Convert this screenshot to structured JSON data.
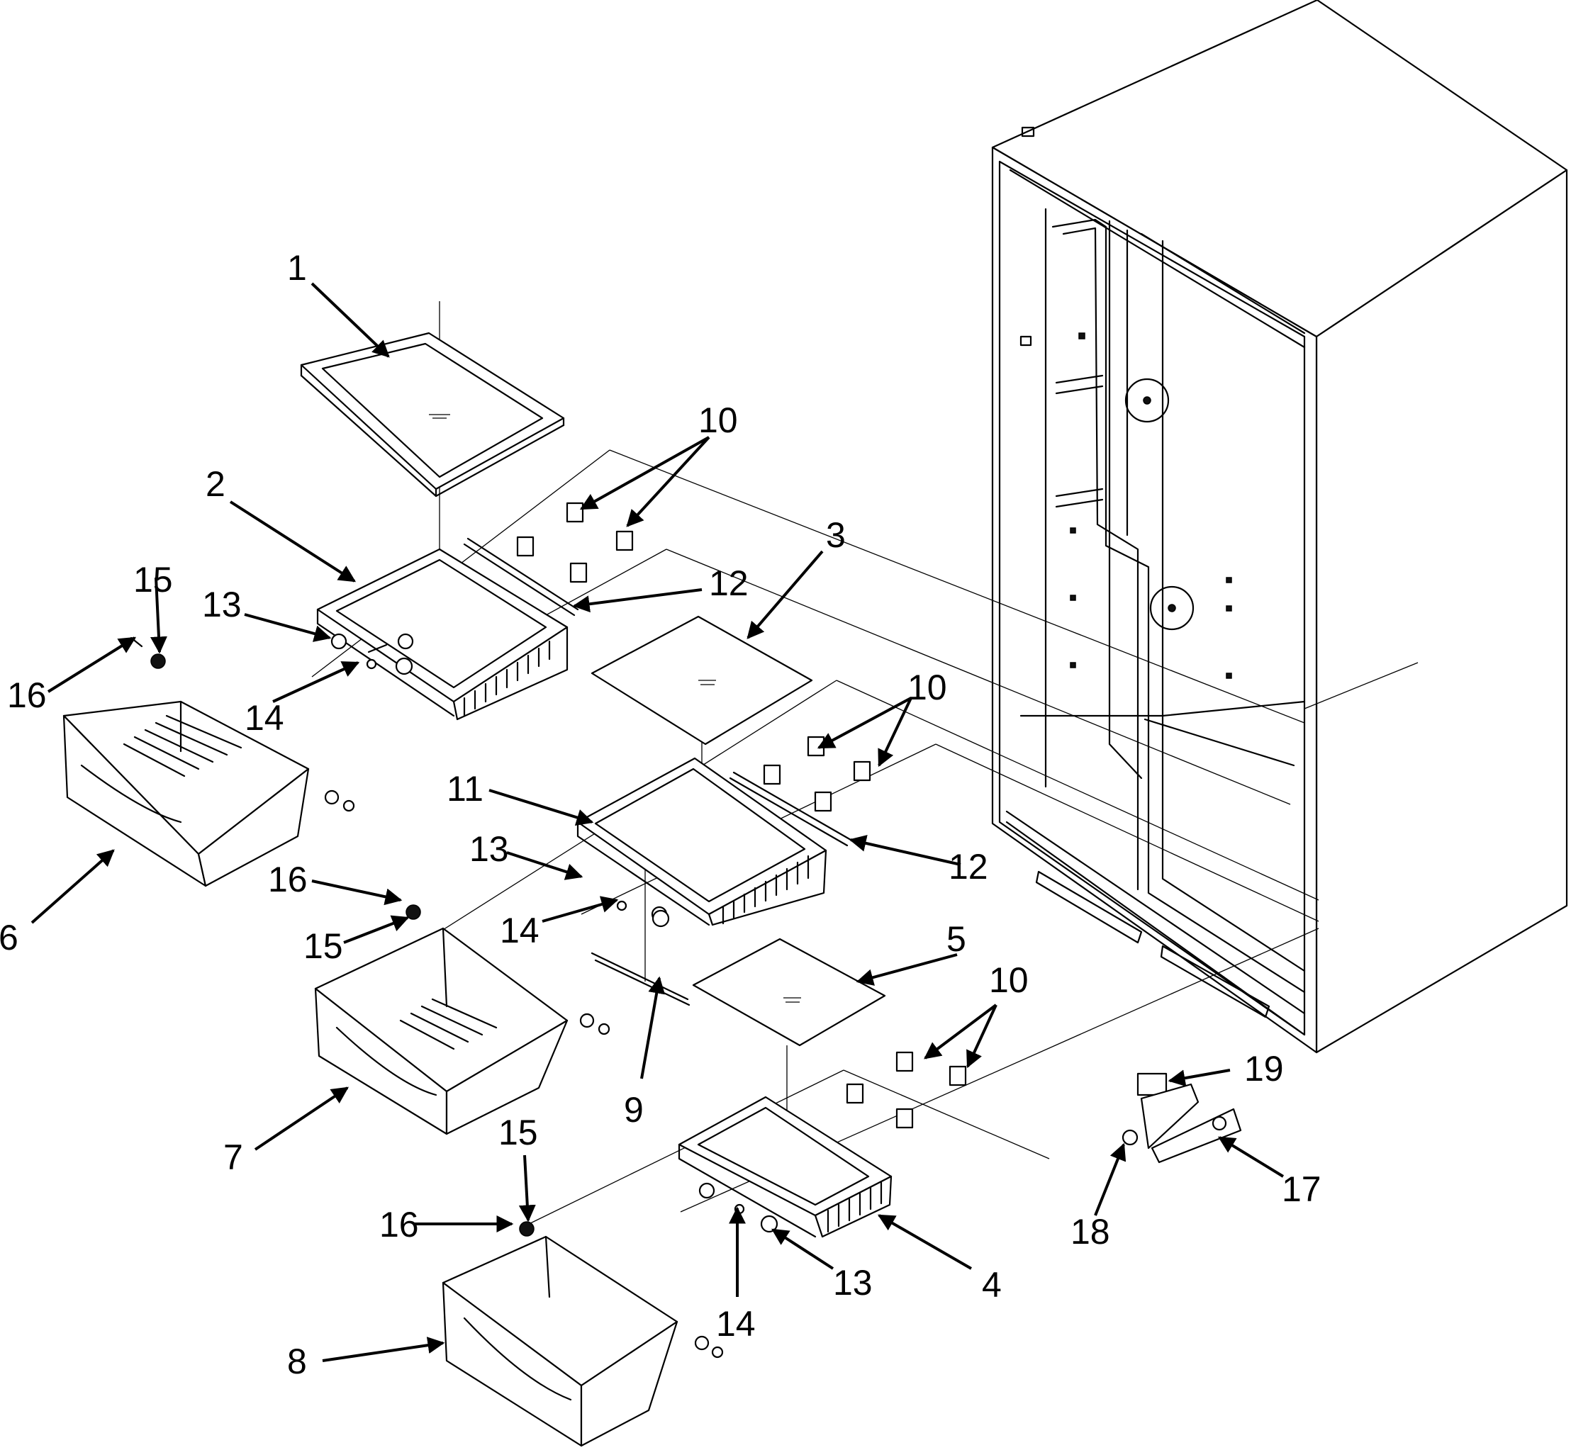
{
  "diagram": {
    "callouts": [
      {
        "id": "c1",
        "label": "1"
      },
      {
        "id": "c2",
        "label": "2"
      },
      {
        "id": "c3",
        "label": "3"
      },
      {
        "id": "c4",
        "label": "4"
      },
      {
        "id": "c5",
        "label": "5"
      },
      {
        "id": "c6",
        "label": "6"
      },
      {
        "id": "c7",
        "label": "7"
      },
      {
        "id": "c8",
        "label": "8"
      },
      {
        "id": "c9",
        "label": "9"
      },
      {
        "id": "c10a",
        "label": "10"
      },
      {
        "id": "c10b",
        "label": "10"
      },
      {
        "id": "c10c",
        "label": "10"
      },
      {
        "id": "c11",
        "label": "11"
      },
      {
        "id": "c12a",
        "label": "12"
      },
      {
        "id": "c12b",
        "label": "12"
      },
      {
        "id": "c13a",
        "label": "13"
      },
      {
        "id": "c13b",
        "label": "13"
      },
      {
        "id": "c13c",
        "label": "13"
      },
      {
        "id": "c14a",
        "label": "14"
      },
      {
        "id": "c14b",
        "label": "14"
      },
      {
        "id": "c14c",
        "label": "14"
      },
      {
        "id": "c15a",
        "label": "15"
      },
      {
        "id": "c15b",
        "label": "15"
      },
      {
        "id": "c15c",
        "label": "15"
      },
      {
        "id": "c16a",
        "label": "16"
      },
      {
        "id": "c16b",
        "label": "16"
      },
      {
        "id": "c16c",
        "label": "16"
      },
      {
        "id": "c17",
        "label": "17"
      },
      {
        "id": "c18",
        "label": "18"
      },
      {
        "id": "c19",
        "label": "19"
      }
    ]
  }
}
